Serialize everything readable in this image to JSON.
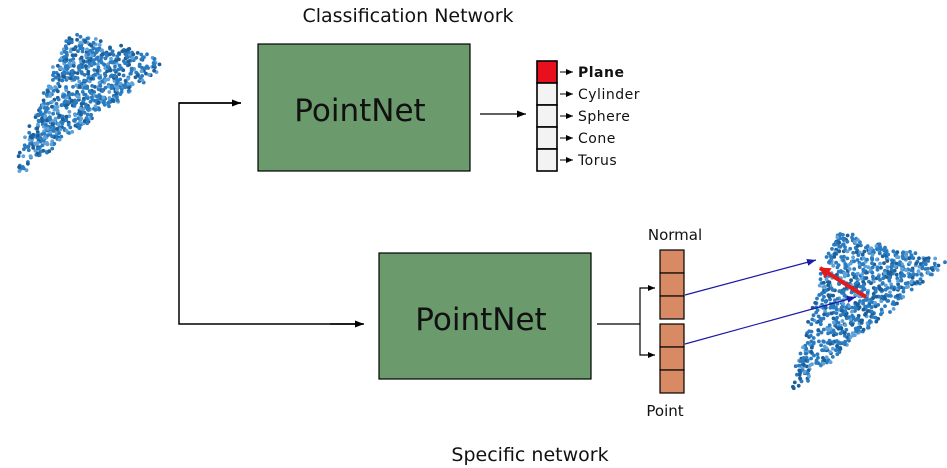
{
  "classification": {
    "title": "Classification Network",
    "box_label": "PointNet",
    "box_color": "#6b9a6d",
    "classes": [
      {
        "label": "Plane",
        "selected": true
      },
      {
        "label": "Cylinder",
        "selected": false
      },
      {
        "label": "Sphere",
        "selected": false
      },
      {
        "label": "Cone",
        "selected": false
      },
      {
        "label": "Torus",
        "selected": false
      }
    ],
    "selected_color": "#e8101c"
  },
  "specific": {
    "title": "Specific network",
    "box_label": "PointNet",
    "box_color": "#6b9a6d",
    "normal_label": "Normal",
    "point_label": "Point",
    "cell_color": "#d78a64"
  },
  "colors": {
    "points": "#2a7bbf",
    "arrow_blue": "#1a1aa8",
    "normal_arrow": "#e31a1c"
  }
}
